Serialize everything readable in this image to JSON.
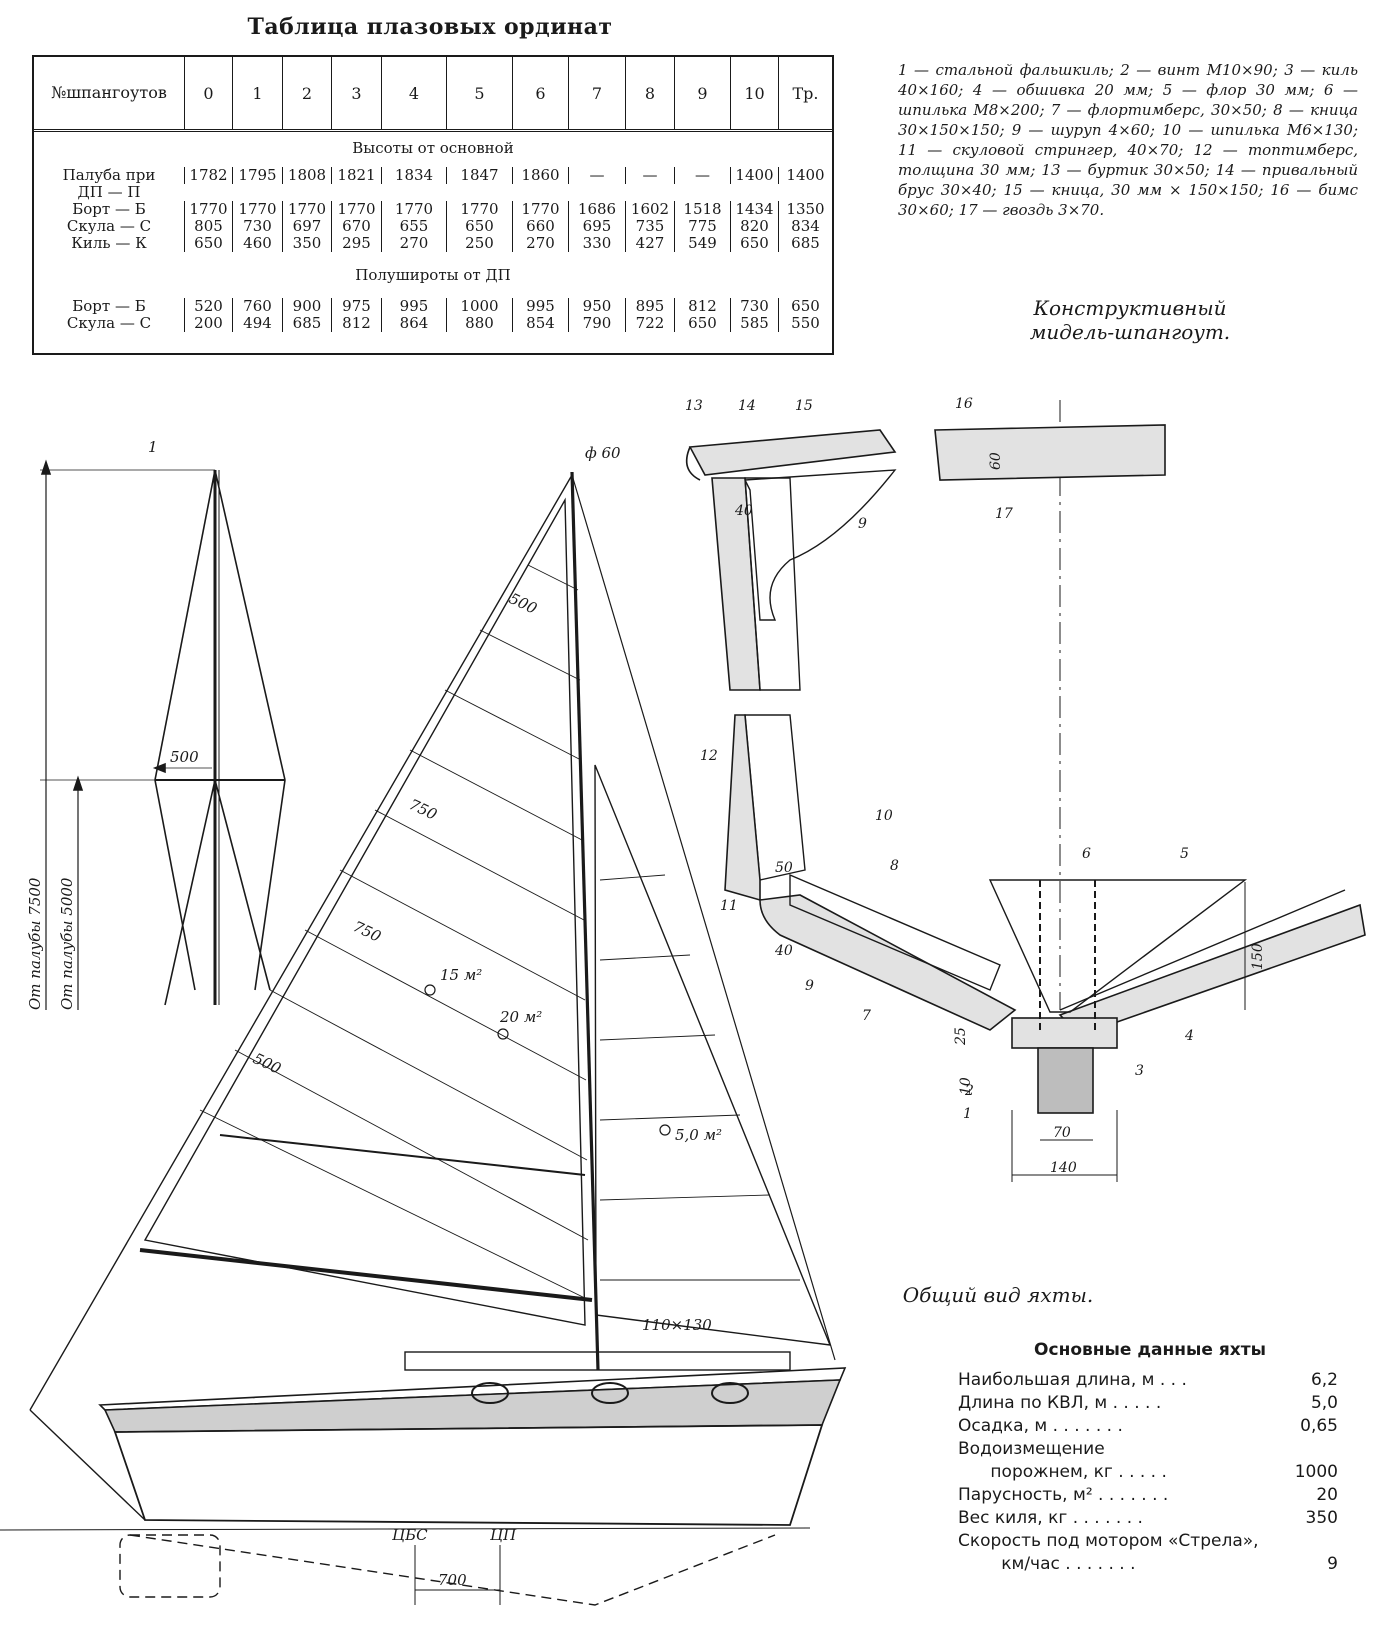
{
  "ordinate_table": {
    "title": "Таблица плазовых ординат",
    "header_label": [
      "№",
      "шпангоутов"
    ],
    "columns": [
      "0",
      "1",
      "2",
      "3",
      "4",
      "5",
      "6",
      "7",
      "8",
      "9",
      "10",
      "Тр."
    ],
    "section_heights": "Высоты от основной",
    "section_halfwidths": "Полуширoты от ДП",
    "rows_heights": [
      {
        "label": [
          "Палуба при",
          "ДП — П"
        ],
        "values": [
          "1782",
          "1795",
          "1808",
          "1821",
          "1834",
          "1847",
          "1860",
          "—",
          "—",
          "—",
          "1400",
          "1400"
        ]
      },
      {
        "label": [
          "Борт — Б"
        ],
        "values": [
          "1770",
          "1770",
          "1770",
          "1770",
          "1770",
          "1770",
          "1770",
          "1686",
          "1602",
          "1518",
          "1434",
          "1350"
        ]
      },
      {
        "label": [
          "Скула — С"
        ],
        "values": [
          "805",
          "730",
          "697",
          "670",
          "655",
          "650",
          "660",
          "695",
          "735",
          "775",
          "820",
          "834"
        ]
      },
      {
        "label": [
          "Киль — К"
        ],
        "values": [
          "650",
          "460",
          "350",
          "295",
          "270",
          "250",
          "270",
          "330",
          "427",
          "549",
          "650",
          "685"
        ]
      }
    ],
    "rows_halfwidths": [
      {
        "label": [
          "Борт — Б"
        ],
        "values": [
          "520",
          "760",
          "900",
          "975",
          "995",
          "1000",
          "995",
          "950",
          "895",
          "812",
          "730",
          "650"
        ]
      },
      {
        "label": [
          "Скула — С"
        ],
        "values": [
          "200",
          "494",
          "685",
          "812",
          "864",
          "880",
          "854",
          "790",
          "722",
          "650",
          "585",
          "550"
        ]
      }
    ]
  },
  "legend": "1 — стальной фальшкиль; 2 — винт М10×90; 3 — киль 40×160; 4 — обшивка 20 мм; 5 — флор 30 мм; 6 — шпилька М8×200; 7 — флортимберс, 30×50; 8 — кница 30×150×150; 9 — шуруп 4×60; 10 — шпилька М6×130; 11 — скуловой стрингер, 40×70; 12 — топтимберс, толщина 30 мм; 13 — буртик 30×50; 14 — привальный брус 30×40; 15 — кница, 30 мм × 150×150; 16 — бимс 30×60; 17 — гвоздь 3×70.",
  "midship_caption": [
    "Конструктивный",
    "мидель-шпангоут."
  ],
  "general_caption": "Общий вид яхты.",
  "mast_diagram": {
    "top_label": "1",
    "spreader_label": "500",
    "height_label_1": "От палубы 7500",
    "height_label_2": "От палубы 5000"
  },
  "sail_plan": {
    "mast_head": "ф 60",
    "batten_labels": [
      "500",
      "750",
      "750",
      "500"
    ],
    "area_mainsail": "15 м²",
    "area_total": "20 м²",
    "area_jib": "5,0 м²",
    "boom_section": "110×130",
    "cbs": "ЦБС",
    "cp": "ЦП",
    "offset": "700"
  },
  "midship_labels": {
    "parts": [
      "13",
      "14",
      "15",
      "16",
      "17",
      "9",
      "12",
      "10",
      "11",
      "50",
      "40",
      "8",
      "9",
      "7",
      "6",
      "5",
      "3",
      "4",
      "2",
      "1"
    ],
    "dims": [
      "40",
      "60",
      "150",
      "25",
      "10",
      "70",
      "140"
    ]
  },
  "specs": {
    "title": "Основные данные яхты",
    "rows": [
      {
        "label": "Наибольшая длина, м . . .",
        "value": "6,2"
      },
      {
        "label": "Длина по КВЛ, м . . . . .",
        "value": "5,0"
      },
      {
        "label": "Осадка, м . . . . . . .",
        "value": "0,65"
      },
      {
        "label": "Водоизмещение",
        "value": ""
      },
      {
        "label": "      порожнем, кг . . . . .",
        "value": "1000"
      },
      {
        "label": "Парусность, м² . . . . . . .",
        "value": "20"
      },
      {
        "label": "Вес киля, кг . . . . . . .",
        "value": "350"
      },
      {
        "label": "Скорость под мотором «Стрела»,",
        "value": ""
      },
      {
        "label": "        км/час . . . . . . .",
        "value": "9"
      }
    ]
  }
}
